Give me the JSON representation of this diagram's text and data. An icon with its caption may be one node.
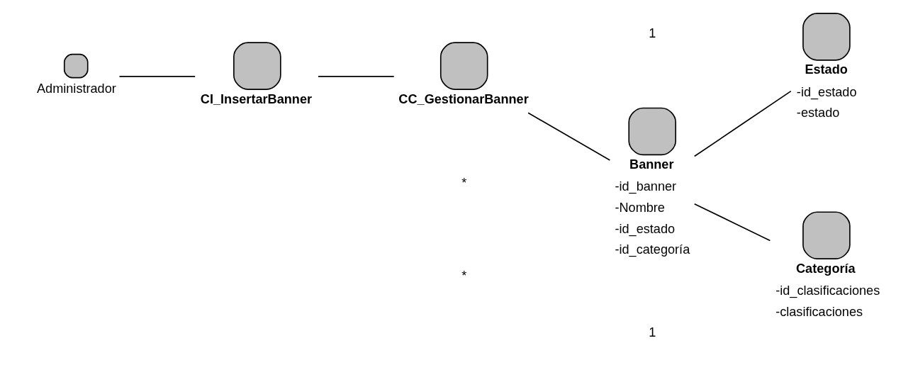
{
  "diagram": {
    "nodes": [
      {
        "text": [
          "Administrador"
        ]
      },
      {
        "text": [
          "CI_InsertarBanner"
        ]
      },
      {
        "text": [
          "CC_GestionarBanner"
        ]
      },
      {
        "text": [
          "Banner",
          "-id_banner",
          "-Nombre",
          "-id_estado",
          "-id_categoría"
        ]
      },
      {
        "text": [
          "Estado",
          "-id_estado",
          "-estado"
        ]
      },
      {
        "text": [
          "Categoría",
          "-id_clasificaciones",
          "-clasificaciones"
        ]
      }
    ],
    "edges": [
      {
        "from": 0,
        "to": 1,
        "arrow": "none"
      },
      {
        "from": 1,
        "to": 2,
        "arrow": "none"
      },
      {
        "from": 2,
        "to": 3,
        "arrow": "none"
      },
      {
        "from": 3,
        "to": 4,
        "arrow": "none"
      },
      {
        "from": 3,
        "to": 5,
        "arrow": "none"
      }
    ],
    "labels": [
      "1",
      "*",
      "*",
      "1"
    ]
  }
}
